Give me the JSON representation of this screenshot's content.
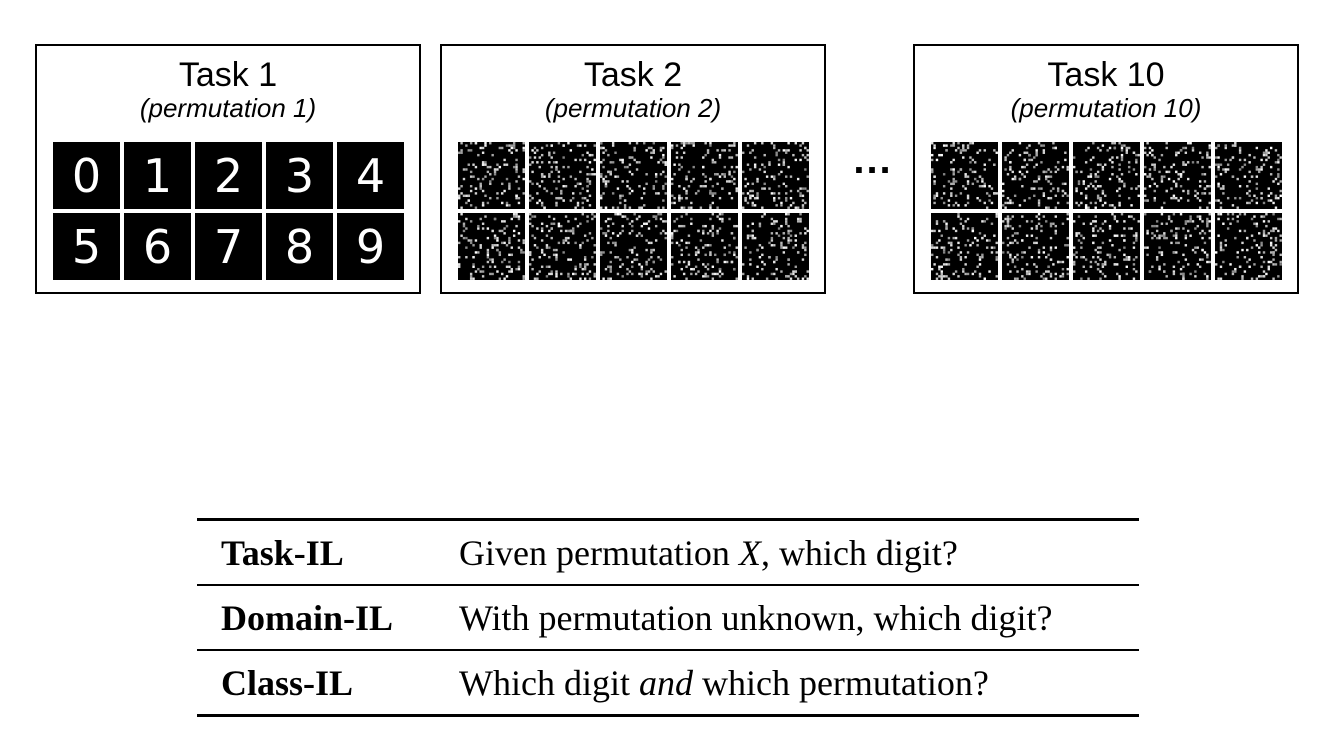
{
  "tasks": [
    {
      "id": "1",
      "title": "Task 1",
      "subtitle": "(permutation 1)",
      "kind": "digits",
      "digits": [
        "0",
        "1",
        "2",
        "3",
        "4",
        "5",
        "6",
        "7",
        "8",
        "9"
      ]
    },
    {
      "id": "2",
      "title": "Task 2",
      "subtitle": "(permutation 2)",
      "kind": "noise",
      "seed": 7
    },
    {
      "id": "10",
      "title": "Task 10",
      "subtitle": "(permutation 10)",
      "kind": "noise",
      "seed": 31
    }
  ],
  "ellipsis": "...",
  "scenarios": [
    {
      "name": "Task-IL",
      "desc_parts": [
        {
          "text": "Given permutation ",
          "italic": false
        },
        {
          "text": "X",
          "italic": true
        },
        {
          "text": ", which digit?",
          "italic": false
        }
      ]
    },
    {
      "name": "Domain-IL",
      "desc_parts": [
        {
          "text": "With permutation unknown, which digit?",
          "italic": false
        }
      ]
    },
    {
      "name": "Class-IL",
      "desc_parts": [
        {
          "text": "Which digit ",
          "italic": false
        },
        {
          "text": "and",
          "italic": true
        },
        {
          "text": " which permutation?",
          "italic": false
        }
      ]
    }
  ],
  "colors": {
    "background": "#000000",
    "pixel": "#ffffff",
    "border": "#000000"
  }
}
